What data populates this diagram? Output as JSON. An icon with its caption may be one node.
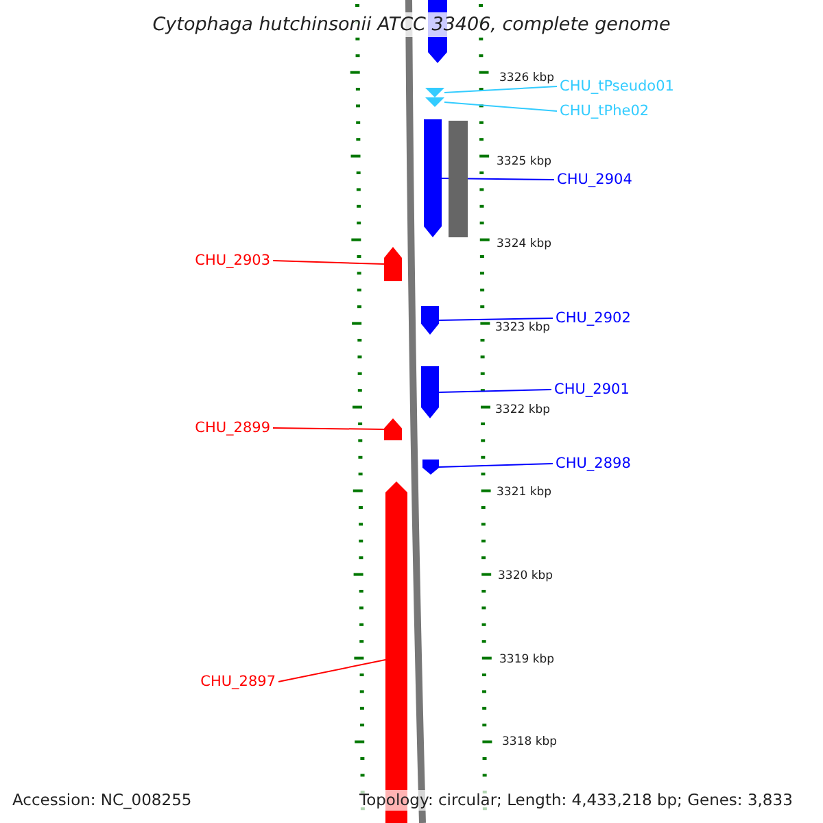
{
  "diagram": {
    "title": "Cytophaga hutchinsonii ATCC 33406, complete genome",
    "nodes": [
      {
        "text": [],
        "shape": "bar"
      },
      {
        "text": [
          "CHU_tPseudo01"
        ]
      },
      {
        "text": [],
        "shape": "triangle"
      },
      {
        "text": [
          "CHU_tPhe02"
        ]
      },
      {
        "text": [],
        "shape": "triangle"
      },
      {
        "text": [],
        "shape": "bar"
      },
      {
        "text": [],
        "shape": "box"
      },
      {
        "text": [
          "CHU_2904"
        ]
      },
      {
        "text": [
          "CHU_2903"
        ]
      },
      {
        "text": [],
        "shape": "bar"
      },
      {
        "text": [
          "CHU_2902"
        ]
      },
      {
        "text": [],
        "shape": "bar"
      },
      {
        "text": [
          "CHU_2901"
        ]
      },
      {
        "text": [],
        "shape": "bar"
      },
      {
        "text": [
          "CHU_2899"
        ]
      },
      {
        "text": [],
        "shape": "bar"
      },
      {
        "text": [
          "CHU_2898"
        ]
      },
      {
        "text": [],
        "shape": "bar"
      },
      {
        "text": [
          "CHU_2897"
        ]
      },
      {
        "text": [],
        "shape": "bar"
      }
    ],
    "edges": [
      {
        "from": 1,
        "to": 2,
        "arrow": "none",
        "color": "#33ccff"
      },
      {
        "from": 3,
        "to": 4,
        "arrow": "none",
        "color": "#33ccff"
      },
      {
        "from": 7,
        "to": 5,
        "arrow": "none"
      },
      {
        "from": 8,
        "to": 9,
        "arrow": "none",
        "color": "#ff0000"
      },
      {
        "from": 10,
        "to": 11,
        "arrow": "none"
      },
      {
        "from": 12,
        "to": 13,
        "arrow": "none"
      },
      {
        "from": 14,
        "to": 15,
        "arrow": "none",
        "color": "#ff0000"
      },
      {
        "from": 16,
        "to": 17,
        "arrow": "none"
      },
      {
        "from": 18,
        "to": 19,
        "arrow": "none",
        "color": "#ff0000"
      }
    ],
    "labels": [
      "3326 kbp",
      "3325 kbp",
      "3324 kbp",
      "3323 kbp",
      "3322 kbp",
      "3321 kbp",
      "3320 kbp",
      "3319 kbp",
      "3318 kbp",
      "Accession: NC_008255",
      "Topology: circular; Length: 4,433,218 bp; Genes: 3,833"
    ]
  }
}
